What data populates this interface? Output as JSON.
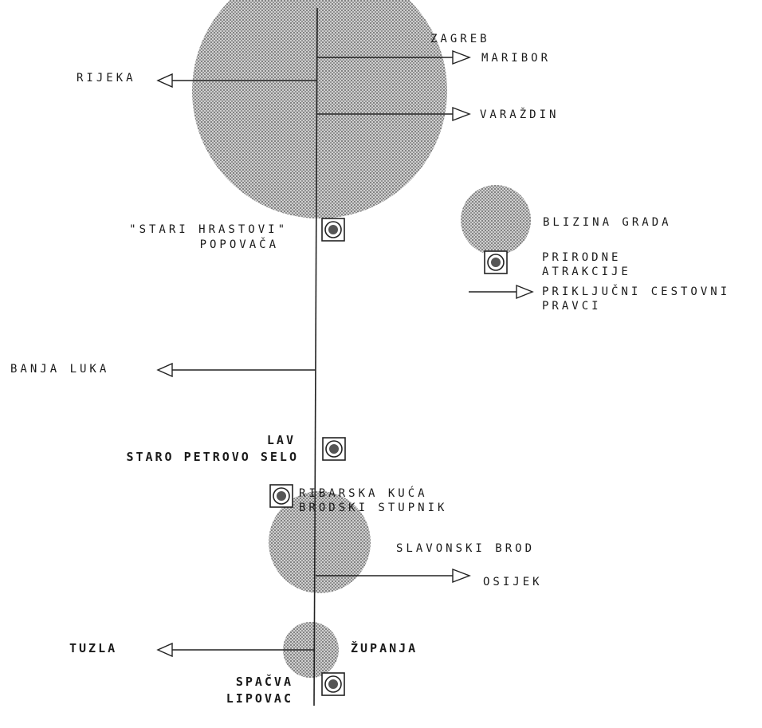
{
  "cities": {
    "zagreb": "ZAGREB",
    "slavonski_brod": "SLAVONSKI BROD",
    "zupanja": "ŽUPANJA"
  },
  "roads": {
    "maribor": "MARIBOR",
    "rijeka": "RIJEKA",
    "varazdin": "VARAŽDIN",
    "banja_luka": "BANJA LUKA",
    "osijek": "OSIJEK",
    "tuzla": "TUZLA"
  },
  "attractions": {
    "stari_hrastovi": [
      "\"STARI HRASTOVI\"",
      "POPOVAČA"
    ],
    "lav": [
      "LAV",
      "STARO PETROVO SELO"
    ],
    "ribarska_kuca": [
      "RIBARSKA KUĆA",
      "BRODSKI STUPNIK"
    ],
    "spacva": [
      "SPAČVA",
      "LIPOVAC"
    ]
  },
  "legend": {
    "city_proximity": "BLIZINA GRADA",
    "natural_attractions": [
      "PRIRODNE",
      "ATRAKCIJE"
    ],
    "road_routes": [
      "PRIKLJUČNI CESTOVNI",
      "PRAVCI"
    ]
  },
  "colors": {
    "line": "#222222",
    "city_dots": "#555555",
    "background": "#ffffff"
  }
}
